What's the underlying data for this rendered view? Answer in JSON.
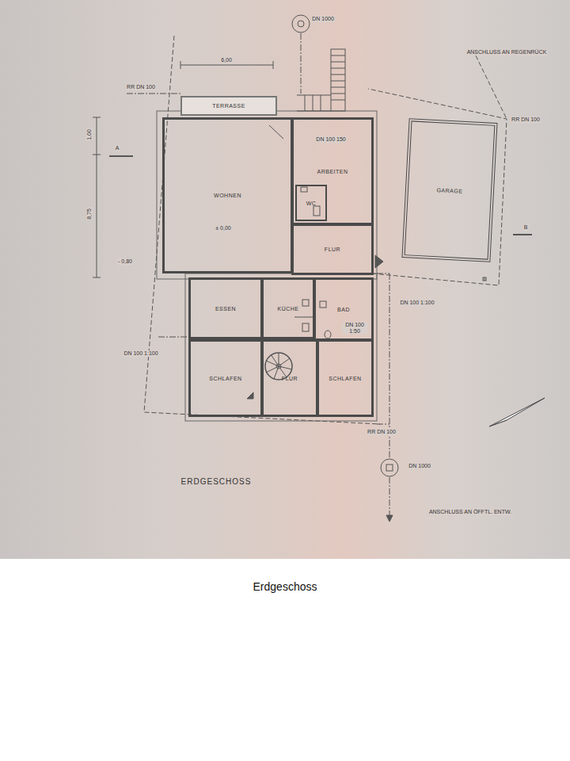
{
  "diagram": {
    "title": "ERDGESCHOSS",
    "caption": "Erdgeschoss",
    "nodes": [
      {
        "text": [
          "TERRASSE"
        ]
      },
      {
        "text": [
          "WOHNEN"
        ]
      },
      {
        "text": [
          "ARBEITEN"
        ]
      },
      {
        "text": [
          "WC"
        ],
        "in": 2
      },
      {
        "text": [
          "GARAGE"
        ]
      },
      {
        "text": [
          "FLUR"
        ]
      },
      {
        "text": [
          "ESSEN"
        ]
      },
      {
        "text": [
          "KÜCHE"
        ]
      },
      {
        "text": [
          "BAD"
        ]
      },
      {
        "text": [
          "SCHLAFEN"
        ]
      },
      {
        "text": [
          "FLUR"
        ]
      },
      {
        "text": [
          "SCHLAFEN"
        ]
      }
    ],
    "labels": [
      "6,00",
      "RR DN 100",
      "1,00",
      "8,75",
      "A",
      "± 0,00",
      "- 0,80",
      "DN 1000",
      "ANSCHLUSS AN REGENRÜCK",
      "RR DN 100",
      "B",
      "DN 100 150",
      "DN 100 1:100",
      "DN 100 1:100",
      "DN 100 1:50",
      "RR DN 100",
      "DN 1000",
      "ANSCHLUSS AN ÖFFTL. ENTW."
    ]
  }
}
